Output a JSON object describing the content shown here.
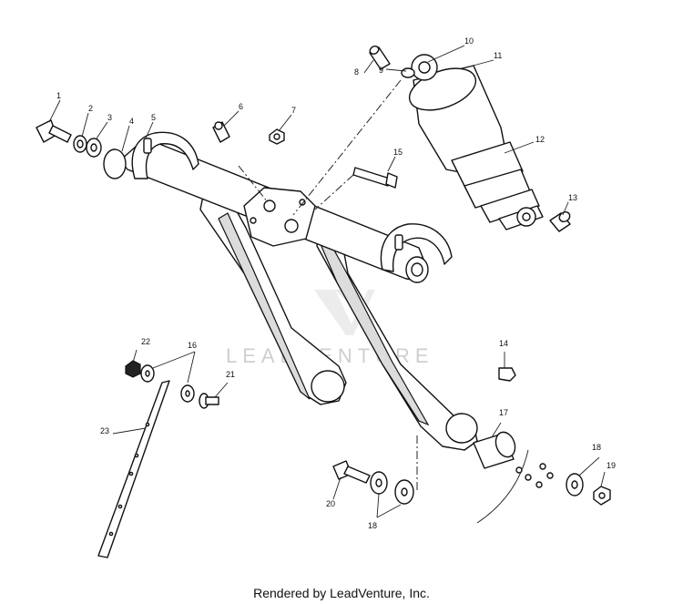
{
  "watermark": "LEADVENTURE",
  "footer": "Rendered by LeadVenture, Inc.",
  "callouts": {
    "c1": "1",
    "c2": "2",
    "c3": "3",
    "c4": "4",
    "c5": "5",
    "c6": "6",
    "c7": "7",
    "c8": "8",
    "c9": "9",
    "c10": "10",
    "c11": "11",
    "c12": "12",
    "c13": "13",
    "c14": "14",
    "c15": "15",
    "c16": "16",
    "c17": "17",
    "c18a": "18",
    "c18b": "18",
    "c19": "19",
    "c20": "20",
    "c21": "21",
    "c22": "22",
    "c23": "23"
  }
}
